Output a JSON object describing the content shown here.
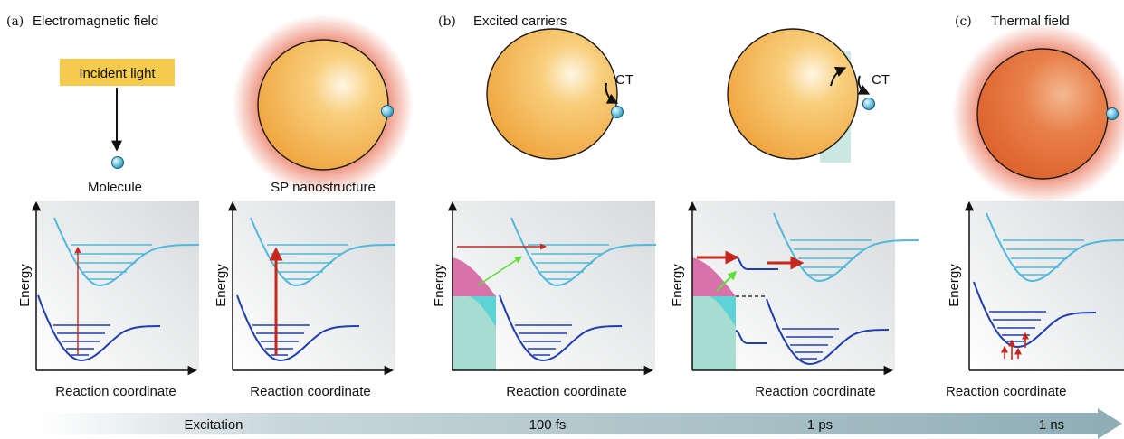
{
  "panels": {
    "a": {
      "tag": "(a)",
      "title": "Electromagnetic field"
    },
    "b": {
      "tag": "(b)",
      "title": "Excited carriers"
    },
    "c": {
      "tag": "(c)",
      "title": "Thermal field"
    }
  },
  "labels": {
    "incident_light": "Incident light",
    "molecule": "Molecule",
    "sp_nanostructure": "SP nanostructure",
    "ct": "CT",
    "energy": "Energy",
    "reaction_coordinate": "Reaction coordinate"
  },
  "timeline": {
    "excitation": "Excitation",
    "t1": "100 fs",
    "t2": "1 ps",
    "t3": "1 ns"
  },
  "colors": {
    "gold": "#f3a83a",
    "glow": "#e4502e",
    "hot_particle": "#e0642a",
    "molecule": "#3ea5c8",
    "excited_state": "#4fb9dd",
    "ground_state": "#1f3fb0",
    "arrow_red": "#c8261a",
    "arrow_green": "#5ee03a",
    "electron_pink": "#d35a9a",
    "hole_teal": "#8fd3c8",
    "label_box": "#f5cb4e"
  }
}
